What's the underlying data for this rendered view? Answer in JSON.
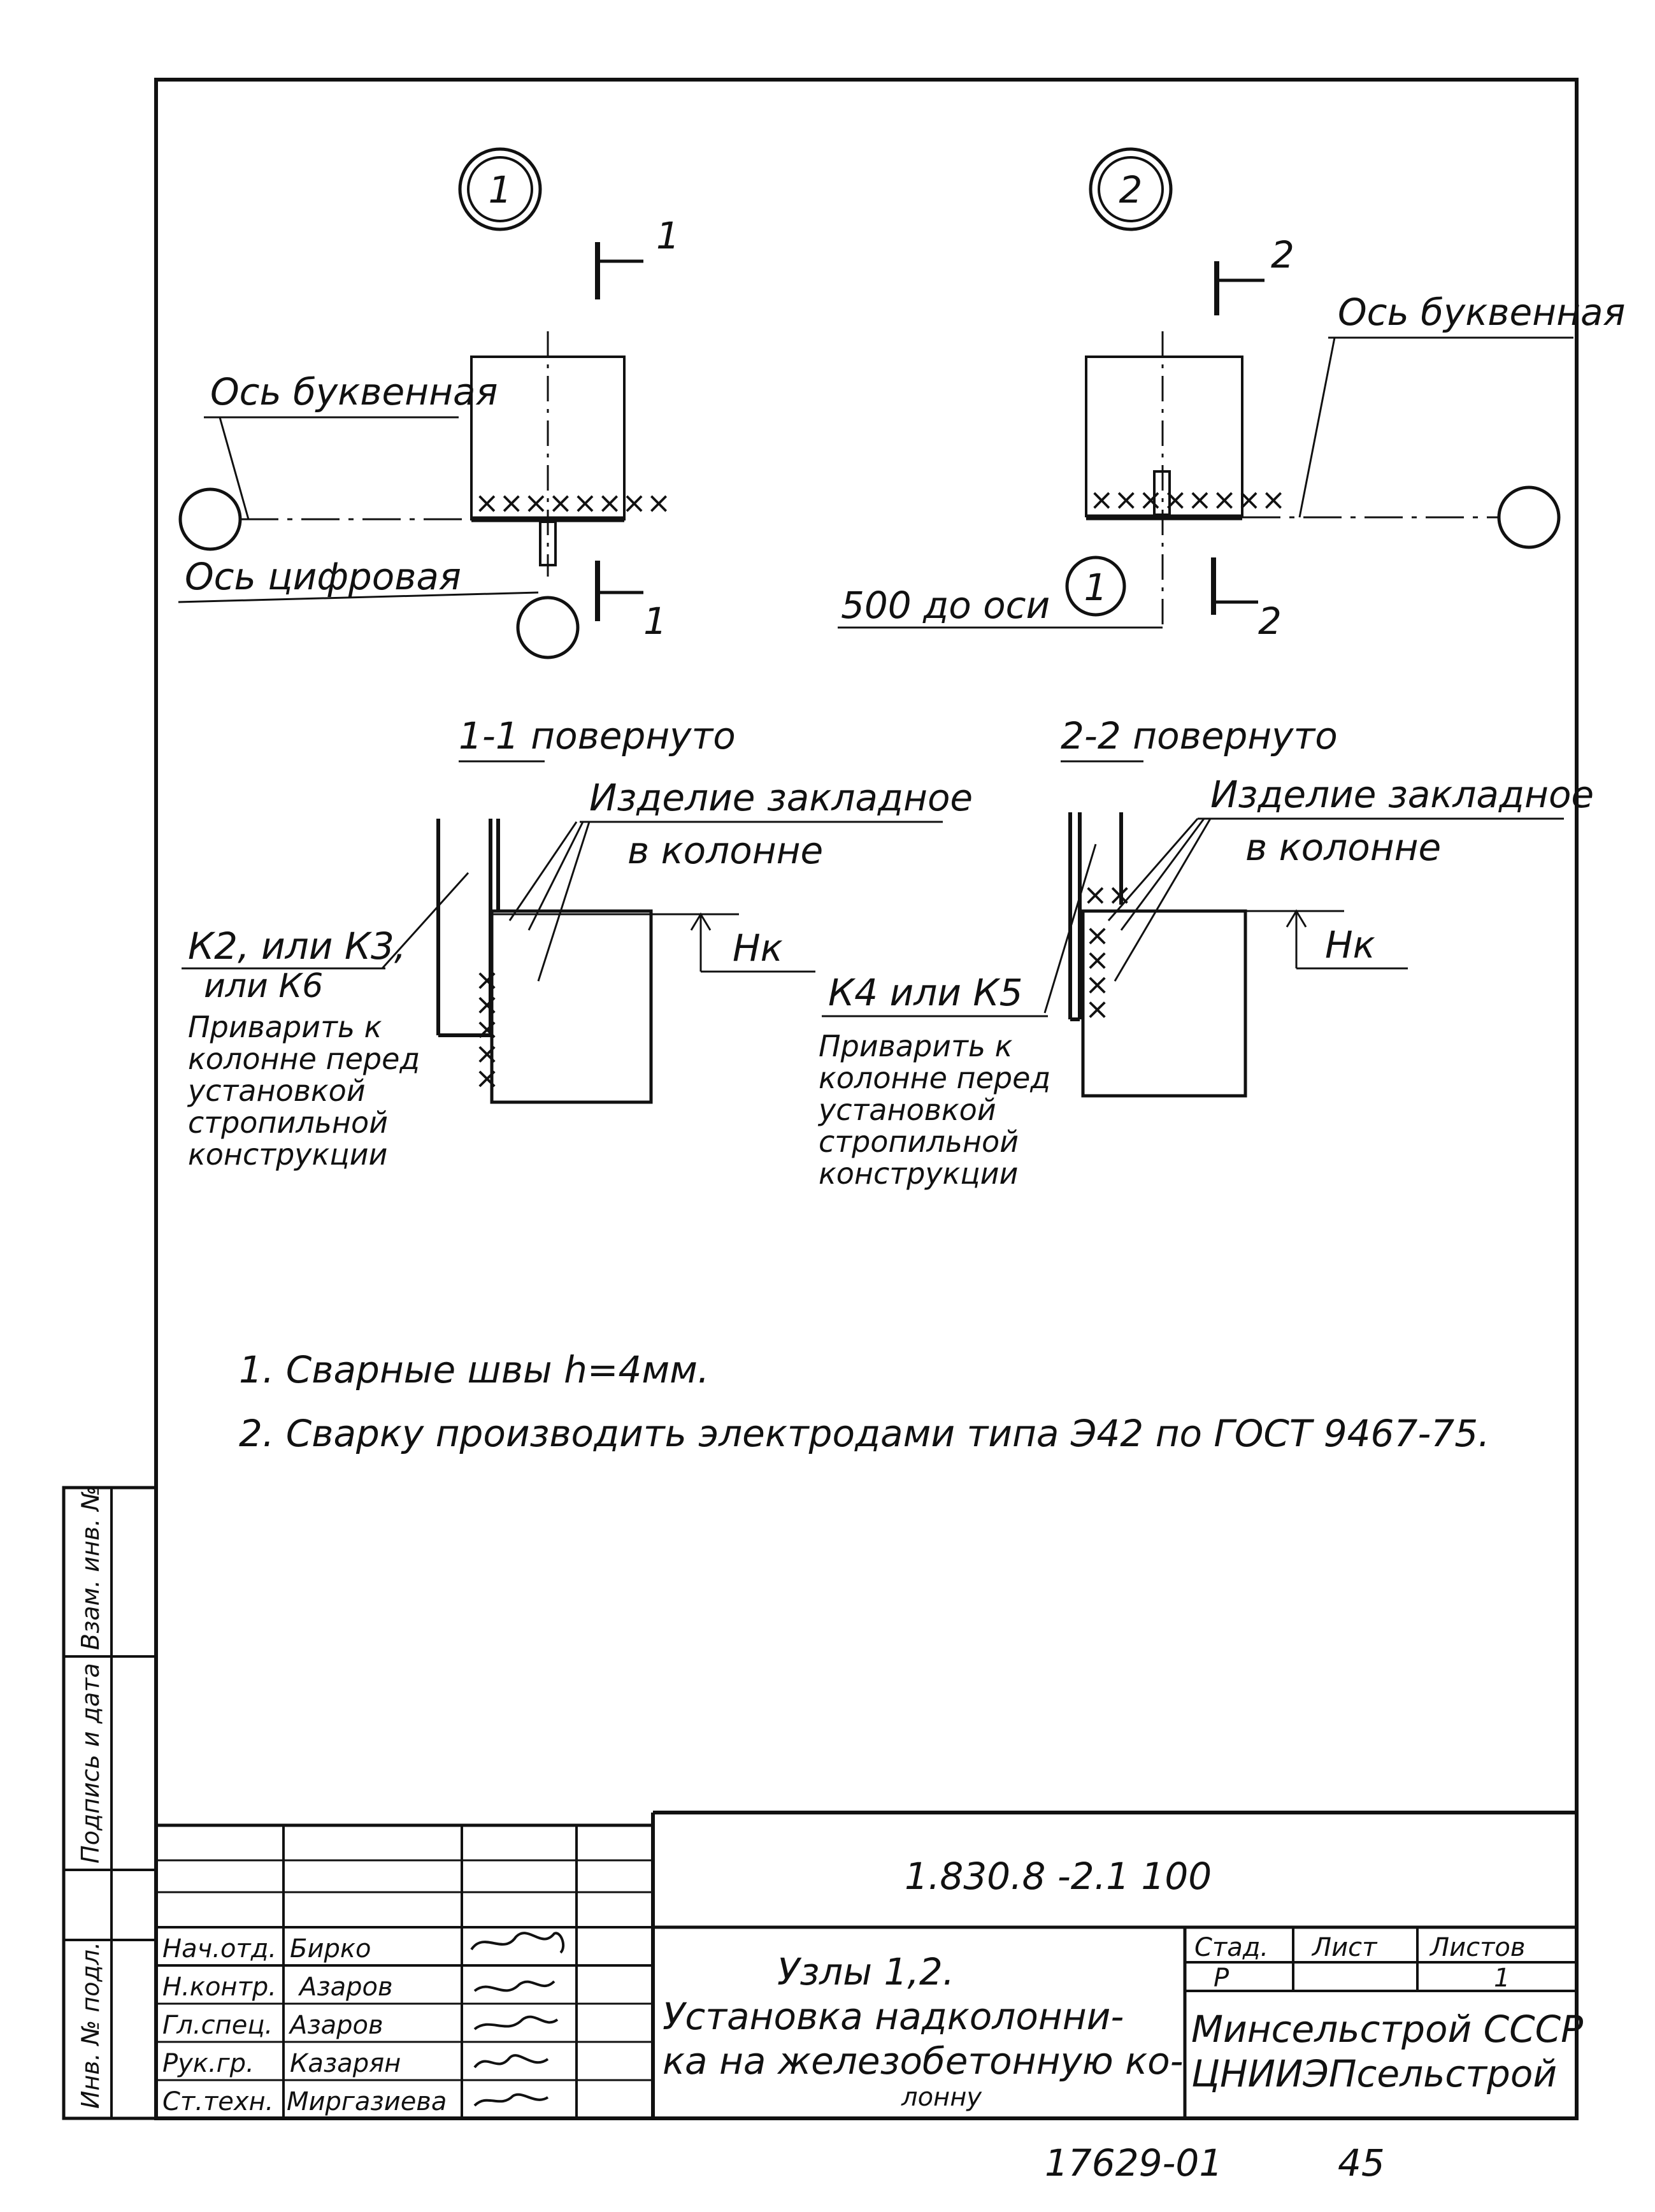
{
  "node_markers": {
    "node1": "1",
    "node2": "2"
  },
  "sections": {
    "cut1_top": "1",
    "cut1_bottom": "1",
    "cut2_top": "2",
    "cut2_bottom": "2"
  },
  "callouts": {
    "axis_letter_left": "Ось буквенная",
    "axis_digit": "Ось цифровая",
    "axis_letter_right": "Ось буквенная",
    "offset_note": "500 до оси",
    "offset_axis": "1"
  },
  "section_views": {
    "view1": {
      "title": "1-1 повернуто",
      "embed_line1": "Изделие закладное",
      "embed_line2": "в колонне",
      "level": "Нк",
      "part_lines": [
        "К2, или К3,",
        "или К6",
        "Приварить к",
        "колонне перед",
        "установкой",
        "стропильной",
        "конструкции"
      ]
    },
    "view2": {
      "title": "2-2 повернуто",
      "embed_line1": "Изделие закладное",
      "embed_line2": "в колонне",
      "level": "Нк",
      "part_lines": [
        "К4 или К5",
        "Приварить к",
        "колонне перед",
        "установкой",
        "стропильной",
        "конструкции"
      ]
    }
  },
  "notes": [
    "1. Сварные швы h=4мм.",
    "2. Сварку производить электродами типа Э42 по ГОСТ 9467-75."
  ],
  "side_stamp": [
    "Инв. № подл.",
    "Подпись и дата",
    "Взам. инв. №"
  ],
  "title_block": {
    "doc_code": "1.830.8 -2.1 100",
    "title_line1": "Узлы 1,2.",
    "title_line2": "Установка надколонни-",
    "title_line3": "ка на железобетонную ко-",
    "title_line4": "лонну",
    "head_stage": "Стад.",
    "head_sheet": "Лист",
    "head_sheets": "Листов",
    "stage": "Р",
    "sheets": "1",
    "org_line1": "Минсельстрой СССР",
    "org_line2": "ЦНИИЭПсельстрой",
    "staff": [
      {
        "role": "Нач.отд.",
        "name": "Бирко"
      },
      {
        "role": "Н.контр.",
        "name": "Азаров"
      },
      {
        "role": "Гл.спец.",
        "name": "Азаров"
      },
      {
        "role": "Рук.гр.",
        "name": "Казарян"
      },
      {
        "role": "Ст.техн.",
        "name": "Миргазиева"
      }
    ]
  },
  "footer": {
    "inventory": "17629-01",
    "page": "45"
  }
}
